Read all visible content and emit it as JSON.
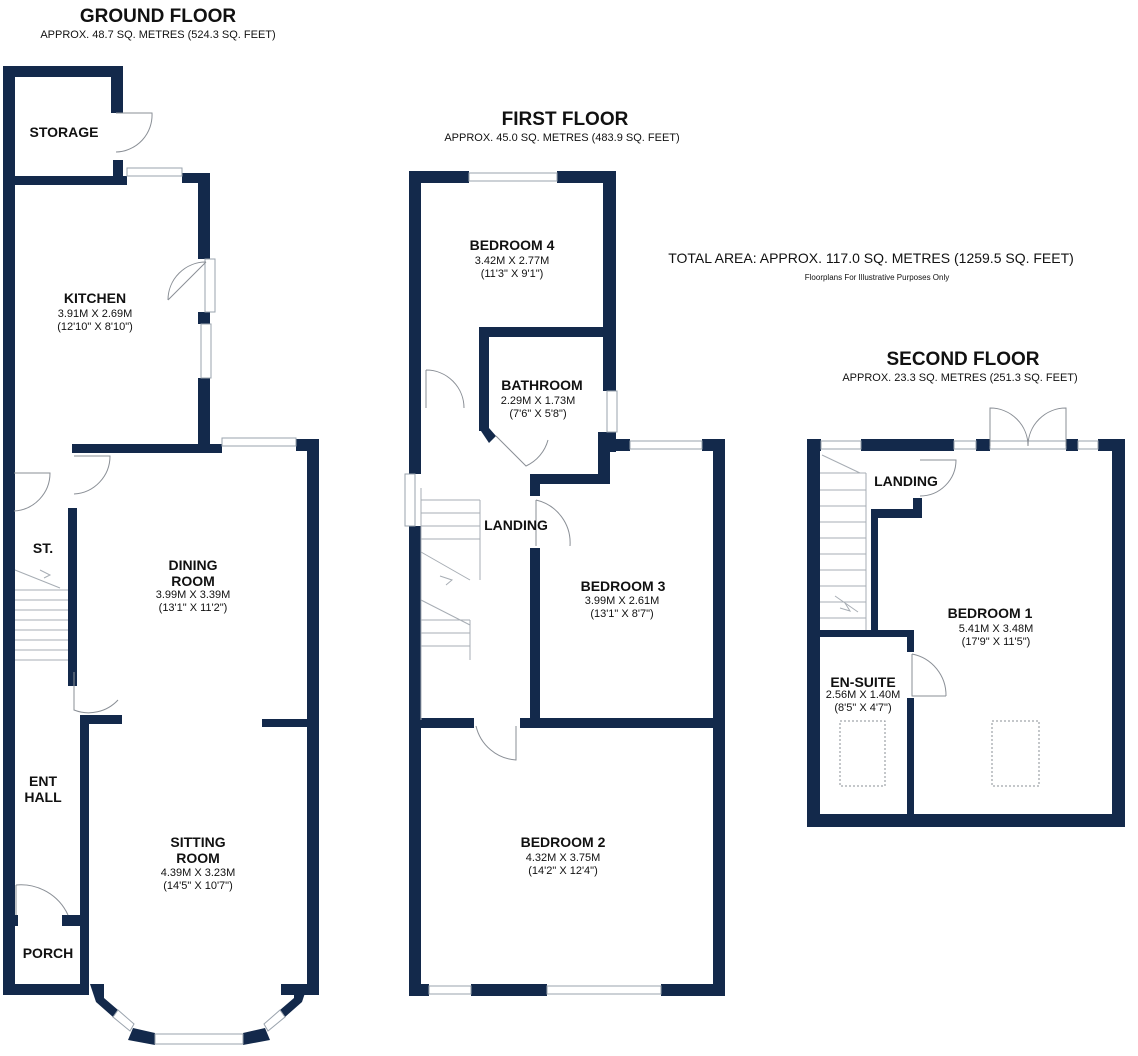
{
  "colors": {
    "wall": "#13294b",
    "window": "#ffffff",
    "fixture": "#8a8f96"
  },
  "summary": {
    "total": "TOTAL AREA: APPROX. 117.0 SQ. METRES (1259.5 SQ. FEET)",
    "disclaimer": "Floorplans For Illustrative Purposes Only"
  },
  "floors": {
    "ground": {
      "title": "GROUND FLOOR",
      "area": "APPROX. 48.7 SQ. METRES (524.3 SQ. FEET)",
      "rooms": {
        "storage": {
          "name": "STORAGE"
        },
        "kitchen": {
          "name": "KITCHEN",
          "metric": "3.91M X 2.69M",
          "imperial": "(12'10\" X 8'10\")"
        },
        "st": {
          "name": "ST."
        },
        "dining": {
          "name": "DINING",
          "name2": "ROOM",
          "metric": "3.99M X 3.39M",
          "imperial": "(13'1\" X 11'2\")"
        },
        "ent_hall": {
          "name": "ENT",
          "name2": "HALL"
        },
        "sitting": {
          "name": "SITTING",
          "name2": "ROOM",
          "metric": "4.39M X 3.23M",
          "imperial": "(14'5\" X 10'7\")"
        },
        "porch": {
          "name": "PORCH"
        }
      }
    },
    "first": {
      "title": "FIRST FLOOR",
      "area": "APPROX. 45.0 SQ. METRES (483.9 SQ. FEET)",
      "rooms": {
        "bedroom4": {
          "name": "BEDROOM 4",
          "metric": "3.42M X 2.77M",
          "imperial": "(11'3\" X 9'1\")"
        },
        "bathroom": {
          "name": "BATHROOM",
          "metric": "2.29M X 1.73M",
          "imperial": "(7'6\" X 5'8\")"
        },
        "landing": {
          "name": "LANDING"
        },
        "bedroom3": {
          "name": "BEDROOM 3",
          "metric": "3.99M X 2.61M",
          "imperial": "(13'1\" X 8'7\")"
        },
        "bedroom2": {
          "name": "BEDROOM 2",
          "metric": "4.32M X 3.75M",
          "imperial": "(14'2\" X 12'4\")"
        }
      }
    },
    "second": {
      "title": "SECOND FLOOR",
      "area": "APPROX. 23.3 SQ. METRES (251.3 SQ. FEET)",
      "rooms": {
        "landing": {
          "name": "LANDING"
        },
        "bedroom1": {
          "name": "BEDROOM 1",
          "metric": "5.41M X 3.48M",
          "imperial": "(17'9\" X 11'5\")"
        },
        "ensuite": {
          "name": "EN-SUITE",
          "metric": "2.56M X 1.40M",
          "imperial": "(8'5\" X 4'7\")"
        }
      }
    }
  }
}
